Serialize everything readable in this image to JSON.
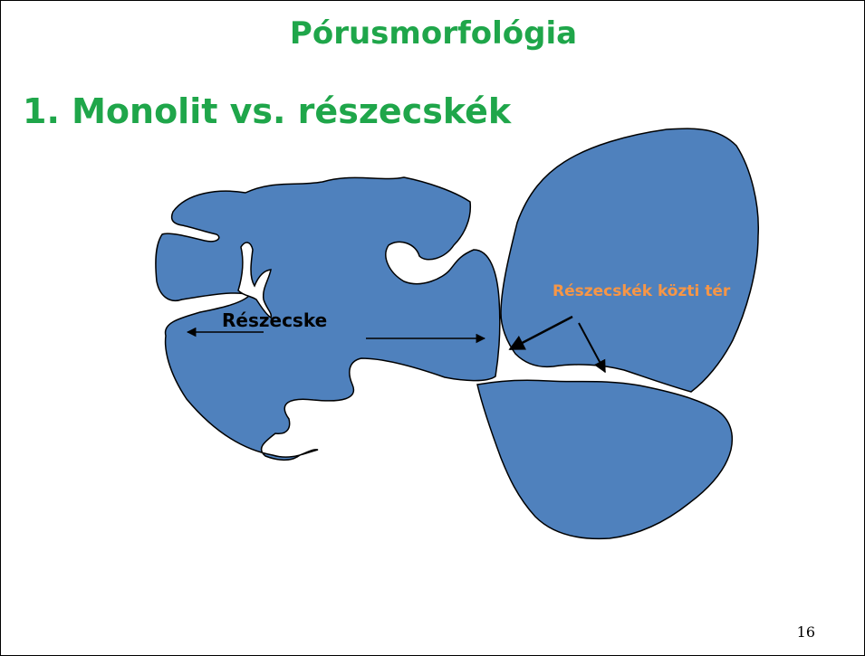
{
  "slide": {
    "title": "Pórusmorfológia",
    "subtitle": "1. Monolit vs. részecskék",
    "page_number": "16"
  },
  "diagram": {
    "particle_label": "Részecske",
    "interparticle_label": "Részecskék közti tér"
  },
  "colors": {
    "heading": "#1fa64a",
    "particle_fill": "#4f81bd",
    "interparticle_label": "#f79646",
    "outline": "#000000"
  }
}
